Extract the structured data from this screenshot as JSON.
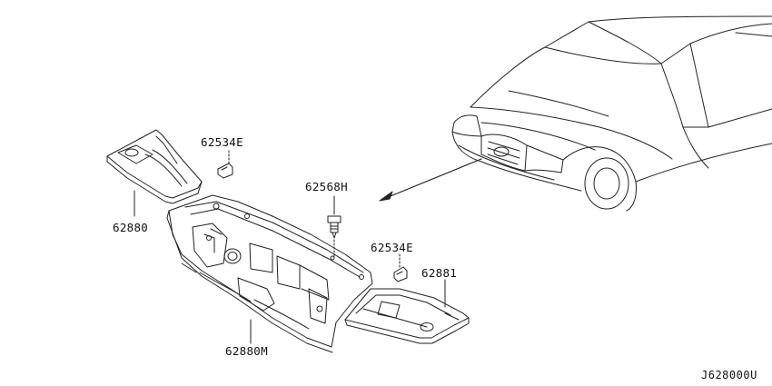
{
  "labels": {
    "clip_upper": "62534E",
    "clip_lower": "62534E",
    "side_cover_left": "62880",
    "main_cover": "62880M",
    "bolt": "62568H",
    "side_cover_right": "62881"
  },
  "reference": "J628000U",
  "icons": [
    "car-illustration",
    "main-cover-part",
    "left-cover-part",
    "right-cover-part",
    "clip-part",
    "bolt-part",
    "pointer-arrow"
  ],
  "colors": {
    "line": "#222222",
    "background": "#ffffff"
  }
}
